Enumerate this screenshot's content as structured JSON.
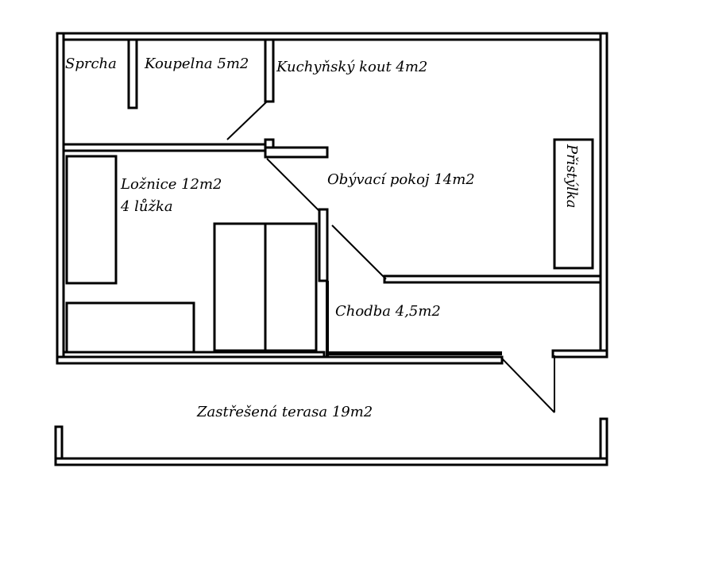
{
  "plan": {
    "rooms": {
      "sprcha": "Sprcha",
      "koupelna": "Koupelna 5m2",
      "kuchynsky_kout": "Kuchyňský kout 4m2",
      "loznice": "Ložnice 12m2",
      "loznice_beds": "4 lůžka",
      "obyvaci_pokoj": "Obývací pokoj 14m2",
      "pristylka": "Přistýlka",
      "chodba": "Chodba 4,5m2",
      "terasa": "Zastřešená terasa 19m2"
    }
  }
}
